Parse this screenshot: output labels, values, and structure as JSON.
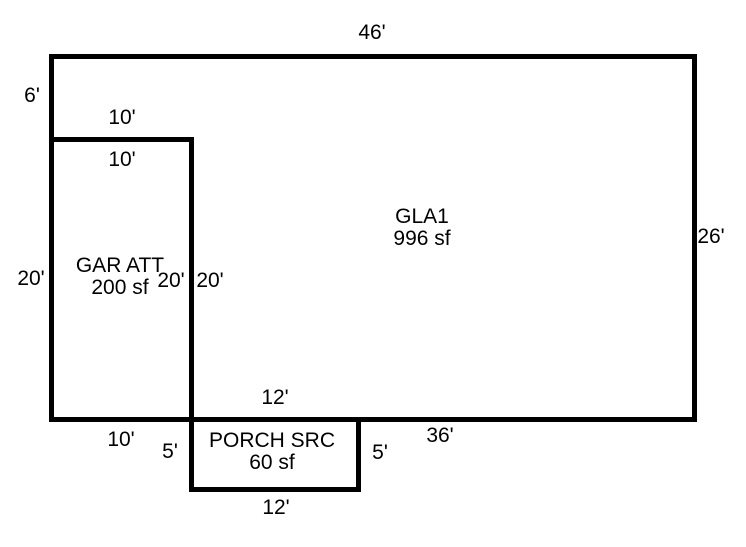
{
  "diagram": {
    "background_color": "#ffffff",
    "line_color": "#000000",
    "areas": {
      "gla1": {
        "label": "GLA1",
        "area": "996 sf"
      },
      "garage": {
        "label": "GAR ATT",
        "area": "200 sf"
      },
      "porch": {
        "label": "PORCH SRC",
        "area": "60 sf"
      }
    },
    "dimensions": {
      "top_width": "46'",
      "left_upper": "6'",
      "garage_top_outside": "10'",
      "garage_top_inside": "10'",
      "right_side": "26'",
      "garage_left": "20'",
      "garage_right_inside": "20'",
      "garage_right_outside": "20'",
      "porch_top": "12'",
      "garage_bottom": "10'",
      "porch_left": "5'",
      "porch_right": "5'",
      "gla_bottom": "36'",
      "porch_bottom": "12'"
    }
  }
}
